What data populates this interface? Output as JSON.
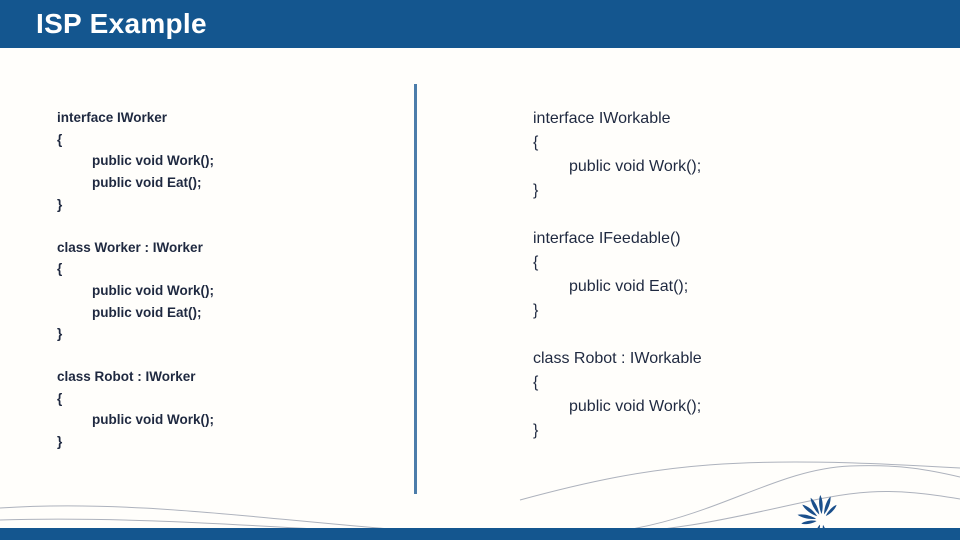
{
  "slide": {
    "title": "ISP Example"
  },
  "code": {
    "left": {
      "blocks": [
        {
          "lines": [
            {
              "text": "interface IWorker",
              "indent": false
            },
            {
              "text": "{",
              "indent": false
            },
            {
              "text": "public void Work();",
              "indent": true
            },
            {
              "text": "public void Eat();",
              "indent": true
            },
            {
              "text": "}",
              "indent": false
            }
          ]
        },
        {
          "lines": [
            {
              "text": "class Worker : IWorker",
              "indent": false
            },
            {
              "text": "{",
              "indent": false
            },
            {
              "text": "public void Work();",
              "indent": true
            },
            {
              "text": "public void Eat();",
              "indent": true
            },
            {
              "text": "}",
              "indent": false
            }
          ]
        },
        {
          "lines": [
            {
              "text": "class Robot : IWorker",
              "indent": false
            },
            {
              "text": "{",
              "indent": false
            },
            {
              "text": "public void Work();",
              "indent": true
            },
            {
              "text": "}",
              "indent": false
            }
          ]
        }
      ]
    },
    "right": {
      "blocks": [
        {
          "lines": [
            {
              "text": "interface IWorkable",
              "indent": false
            },
            {
              "text": "{",
              "indent": false
            },
            {
              "text": "public void Work();",
              "indent": true
            },
            {
              "text": "}",
              "indent": false
            }
          ]
        },
        {
          "lines": [
            {
              "text": "interface IFeedable()",
              "indent": false
            },
            {
              "text": "{",
              "indent": false
            },
            {
              "text": "public void Eat();",
              "indent": true
            },
            {
              "text": "}",
              "indent": false
            }
          ]
        },
        {
          "lines": [
            {
              "text": "class Robot : IWorkable",
              "indent": false
            },
            {
              "text": "{",
              "indent": false
            },
            {
              "text": "public void Work();",
              "indent": true
            },
            {
              "text": "}",
              "indent": false
            }
          ]
        }
      ]
    }
  },
  "icons": {
    "logo": "starburst-icon"
  },
  "colors": {
    "header_bg": "#14568F",
    "footer_bg": "#14568F",
    "divider": "#4C7DAA",
    "code_text": "#1F2940",
    "logo": "#1A4F8B",
    "swoosh_line": "#9FA4B2"
  }
}
